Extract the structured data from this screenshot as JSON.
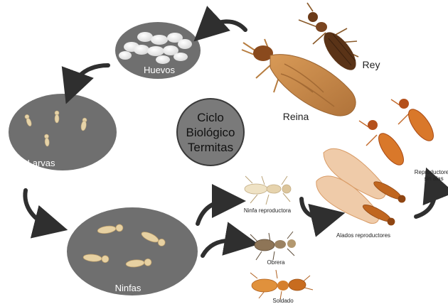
{
  "center": {
    "line1": "Ciclo",
    "line2": "Biológico",
    "line3": "Termitas"
  },
  "stages": {
    "eggs": "Huevos",
    "larvae": "Larvas",
    "nymphs": "Ninfas"
  },
  "castes": {
    "queen": "Reina",
    "king": "Rey",
    "reproductive_nymph": "Ninfa reproductora",
    "worker": "Obrera",
    "soldier": "Soldado",
    "winged_reproductives": "Alados reproductores",
    "wingless_reproductives_1": "Reproductore",
    "wingless_reproductives_2": "sin alas"
  },
  "colors": {
    "stage_fill": "#6f6f6f",
    "center_fill": "#7a7a7a",
    "arrow": "#2f2f2f",
    "queen_body": "#c8894a",
    "king_body": "#5a3317",
    "nymph_body": "#e8d9b8",
    "soldier_body": "#d9782a",
    "wing": "#e9b98c"
  },
  "icons": [
    "curved-arrow-icon",
    "egg-icon",
    "larva-icon",
    "termite-icon",
    "wing-icon"
  ]
}
